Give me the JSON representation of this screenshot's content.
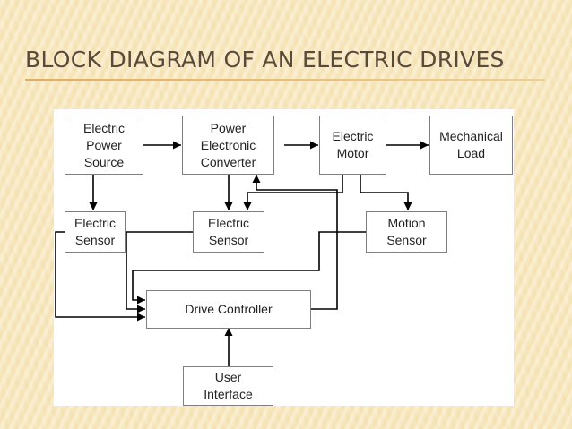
{
  "slide": {
    "title": "BLOCK DIAGRAM OF AN ELECTRIC DRIVES"
  },
  "diagram": {
    "blocks": {
      "power_source": [
        "Electric",
        "Power",
        "Source"
      ],
      "converter": [
        "Power",
        "Electronic",
        "Converter"
      ],
      "motor": [
        "Electric",
        "Motor"
      ],
      "load": [
        "Mechanical",
        "Load"
      ],
      "sensor_source": [
        "Electric",
        "Sensor"
      ],
      "sensor_converter": [
        "Electric",
        "Sensor"
      ],
      "motion_sensor": [
        "Motion",
        "Sensor"
      ],
      "controller": [
        "Drive Controller"
      ],
      "user_interface": [
        "User",
        "Interface"
      ]
    }
  }
}
